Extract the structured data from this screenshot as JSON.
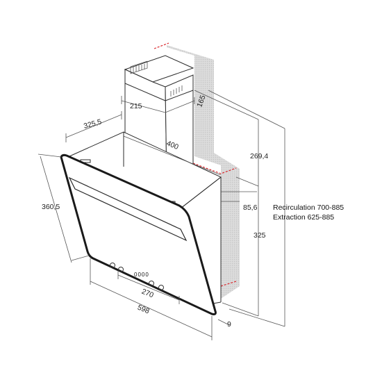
{
  "dimensions": {
    "chimney_width": "215",
    "chimney_depth": "165",
    "canopy_depth": "325,5",
    "chimney_offset": "400",
    "upper_height": "269,4",
    "glass_gap": "85,6",
    "hood_side_height": "360,5",
    "lower_height": "325",
    "fixing_spacing": "270",
    "total_width": "598",
    "glass_thickness": "9"
  },
  "notes": {
    "recirculation": "Recirculation 700-885",
    "extraction": "Extraction 625-885"
  },
  "control_panel": {
    "display": "0000"
  },
  "colors": {
    "wall_shadow": "#d6d6d6",
    "wall_dash": "#d9262c",
    "line": "#2a2a2a",
    "dimension": "#555555"
  }
}
